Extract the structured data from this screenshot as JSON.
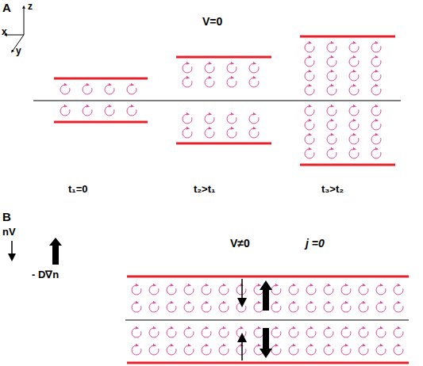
{
  "diagram": {
    "labels": [
      "A",
      "z",
      "x",
      "y",
      "V=0",
      "t₁=0",
      "t₂>t₁",
      "t₃>t₂",
      "B",
      "nV",
      "- D∇n",
      "V≠0",
      "j =0"
    ]
  }
}
